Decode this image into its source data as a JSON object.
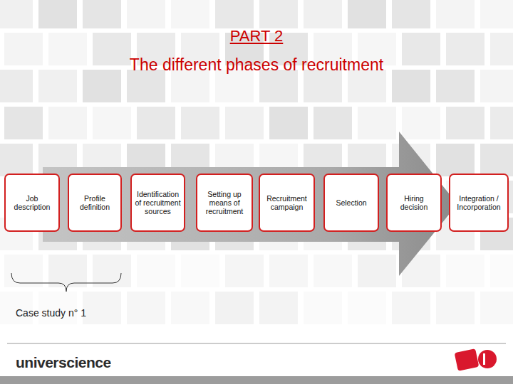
{
  "diagram": {
    "title": "The different phases of recruitment",
    "nodes": [
      {
        "text": [
          "Job description"
        ]
      },
      {
        "text": [
          "Profile definition"
        ]
      },
      {
        "text": [
          "Identification of recruitment sources"
        ]
      },
      {
        "text": [
          "Setting up means of recruitment"
        ]
      },
      {
        "text": [
          "Recruitment campaign"
        ]
      },
      {
        "text": [
          "Selection"
        ]
      },
      {
        "text": [
          "Hiring decision"
        ]
      },
      {
        "text": [
          "Integration / Incorporation"
        ]
      }
    ],
    "labels": [
      "PART 2",
      "Case study n° 1",
      "universcience"
    ]
  }
}
